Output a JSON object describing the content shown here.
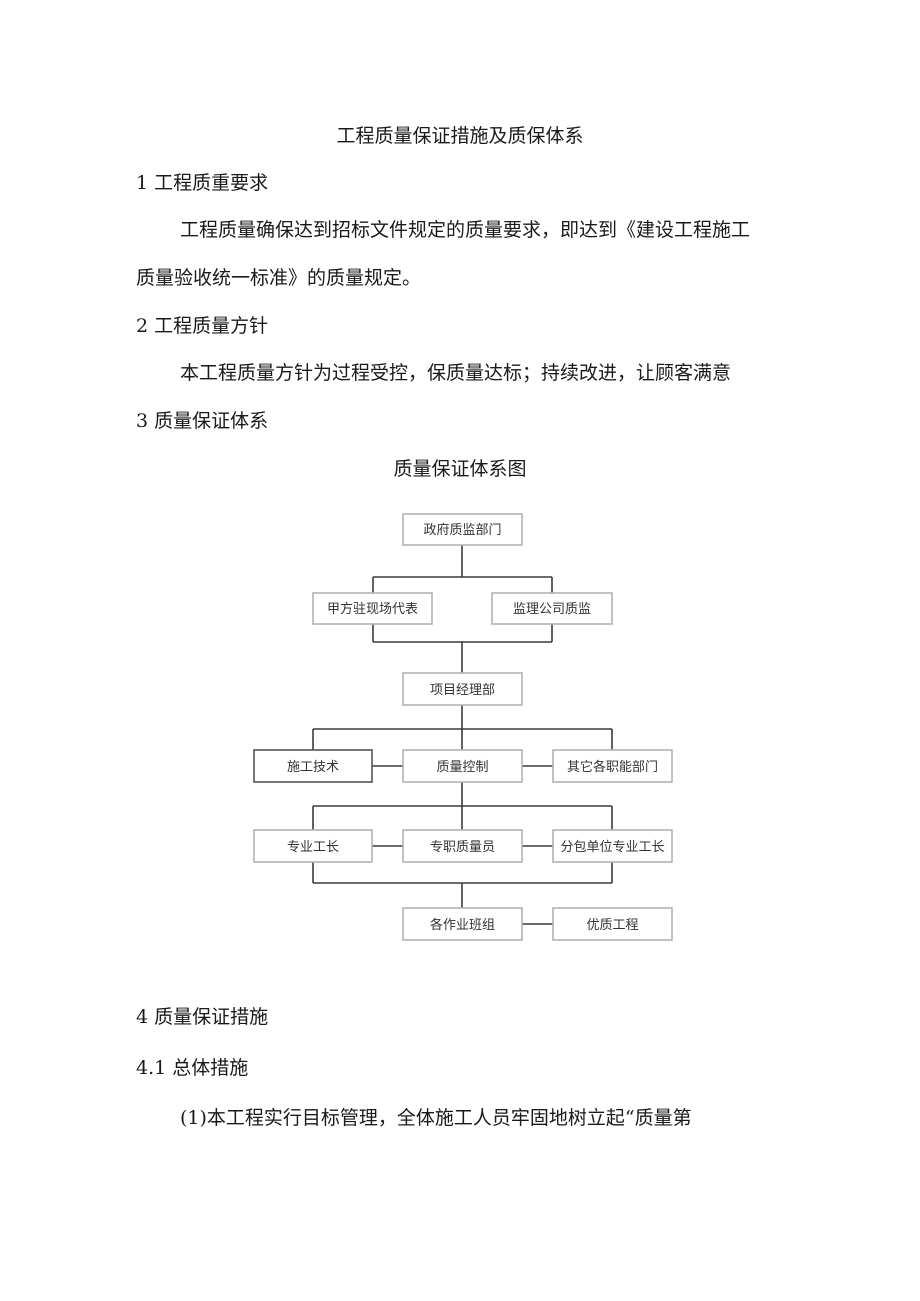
{
  "document": {
    "title": "工程质量保证措施及质保体系",
    "section1_heading": "1 工程质重要求",
    "section1_para_line1": "工程质量确保达到招标文件规定的质量要求，即达到《建设工程施工",
    "section1_para_line2": "质量验收统一标准》的质量规定。",
    "section2_heading": "2 工程质量方针",
    "section2_para": "本工程质量方针为过程受控，保质量达标；持续改进，让顾客满意",
    "section3_heading": "3 质量保证体系",
    "diagram_title": "质量保证体系图",
    "section4_heading": "4 质量保证措施",
    "section41_heading": "4.1 总体措施",
    "section41_para": "(1)本工程实行目标管理，全体施工人员牢固地树立起“质量第"
  },
  "org_chart": {
    "gov": "政府质监部门",
    "owner_rep": "甲方驻现场代表",
    "supervision": "监理公司质监",
    "project_dept": "项目经理部",
    "tech": "施工技术",
    "quality_control": "质量控制",
    "other_depts": "其它各职能部门",
    "foreman": "专业工长",
    "quality_officer": "专职质量员",
    "sub_foreman": "分包单位专业工长",
    "work_teams": "各作业班组",
    "quality_project": "优质工程"
  }
}
